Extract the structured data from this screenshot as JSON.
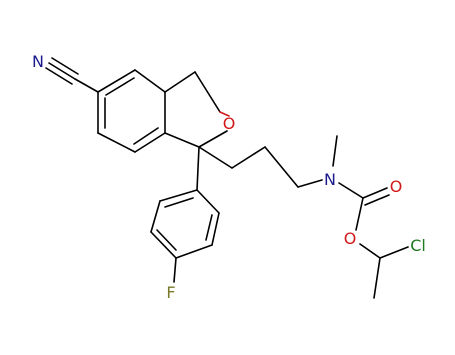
{
  "molecule": {
    "bond_color": "#000000",
    "atom_colors": {
      "C": "#000000",
      "N": "#1a1a8c",
      "O": "#d11a1a",
      "F": "#7a7a2a",
      "Cl": "#1f7a1f"
    },
    "atoms": [
      {
        "id": "N_nitrile",
        "label": "N",
        "element": "N"
      },
      {
        "id": "O_ring",
        "label": "O",
        "element": "O"
      },
      {
        "id": "N_amine",
        "label": "N",
        "element": "N"
      },
      {
        "id": "O_carbonyl",
        "label": "O",
        "element": "O"
      },
      {
        "id": "O_ester",
        "label": "O",
        "element": "O"
      },
      {
        "id": "Cl",
        "label": "Cl",
        "element": "Cl"
      },
      {
        "id": "F",
        "label": "F",
        "element": "F"
      }
    ]
  }
}
